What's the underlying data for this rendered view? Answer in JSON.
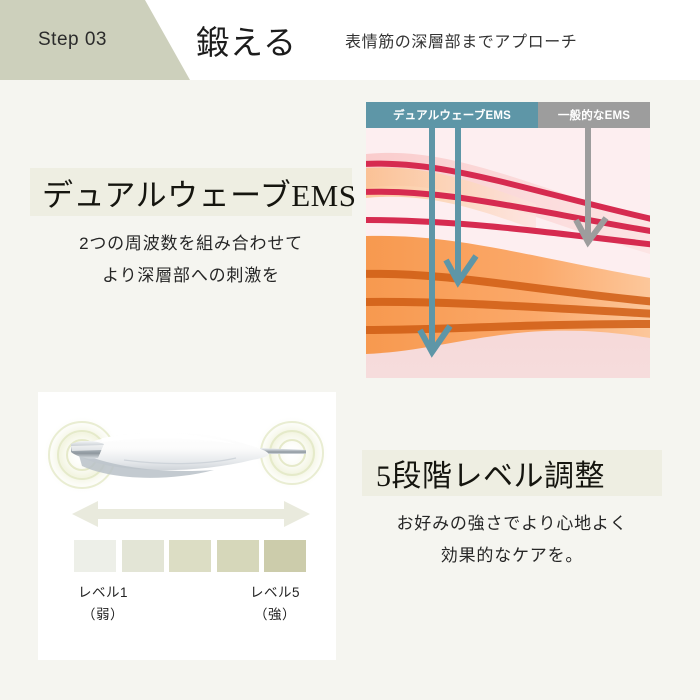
{
  "page": {
    "background": "#f5f5f0"
  },
  "header": {
    "step": "Step 03",
    "title": "鍛える",
    "subtitle": "表情筋の深層部までアプローチ",
    "band_color": "#cdd0bc"
  },
  "lead": {
    "heading": "デュアルウェーブEMS",
    "heading_band_color": "#eeeee2",
    "body_line1": "2つの周波数を組み合わせて",
    "body_line2": "より深層部への刺激を"
  },
  "diagram": {
    "labels": [
      {
        "text": "デュアルウェーブEMS",
        "color": "#5e96a7"
      },
      {
        "text": "一般的なEMS",
        "color": "#9d9d9d"
      }
    ],
    "layers": {
      "surface_color": "#fdeef0",
      "upper_muscle_color": "#f8c9c9",
      "deep_layer_color": "#f79b5a",
      "upper_fiber_color": "#d62b50",
      "deep_fiber_color": "#cf5d14"
    },
    "arrows": [
      {
        "name": "dual-wave-arrow-deep",
        "color": "#5e96a7",
        "depth": "deep"
      },
      {
        "name": "dual-wave-arrow-mid",
        "color": "#5e96a7",
        "depth": "mid"
      },
      {
        "name": "general-ems-arrow",
        "color": "#9d9d9d",
        "depth": "shallow"
      }
    ]
  },
  "device": {
    "alt": "ems-beauty-device",
    "arrow_color": "#e9eadd",
    "swatches": [
      {
        "level": "1",
        "color": "#edefe8"
      },
      {
        "level": "2",
        "color": "#e3e5d6"
      },
      {
        "level": "3",
        "color": "#dcddc4"
      },
      {
        "level": "4",
        "color": "#d6d7ba"
      },
      {
        "level": "5",
        "color": "#ccccab"
      }
    ],
    "label_min_line1": "レベル1",
    "label_min_line2": "（弱）",
    "label_max_line1": "レベル5",
    "label_max_line2": "（強）"
  },
  "level": {
    "heading": "5段階レベル調整",
    "heading_band_color": "#eeeee2",
    "body_line1": "お好みの強さでより心地よく",
    "body_line2": "効果的なケアを。"
  }
}
